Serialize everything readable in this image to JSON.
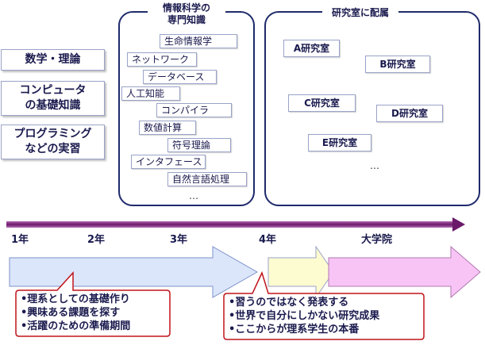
{
  "basics": [
    "数学・理論",
    "コンピュータ\nの基礎知識",
    "プログラミング\nなどの実習"
  ],
  "specialized": {
    "title": "情報科学の\n専門知識",
    "subjects": [
      "生命情報学",
      "ネットワーク",
      "データベース",
      "人工知能",
      "コンパイラ",
      "数値計算",
      "符号理論",
      "インタフェース",
      "自然言語処理"
    ],
    "more": "…"
  },
  "labs": {
    "title": "研究室に配属",
    "items": [
      "A研究室",
      "B研究室",
      "C研究室",
      "D研究室",
      "E研究室"
    ],
    "more": "…"
  },
  "timeline": [
    "1年",
    "2年",
    "3年",
    "4年",
    "大学院"
  ],
  "callout_left": [
    "•理系としての基礎作り",
    "•興味ある課題を探す",
    "•活躍のための準備期間"
  ],
  "callout_right": [
    "•習うのではなく発表する",
    "•世界で自分にしかない研究成果",
    "•ここからが理系学生の本番"
  ],
  "colors": {
    "navy": "#1f2a6b",
    "timeline_arrow": "#6b1a6b",
    "arrow_blue": "#dbe6fb",
    "arrow_yellow": "#fdfbd0",
    "arrow_pink": "#f7c4f5",
    "callout_border": "#c0141a"
  }
}
